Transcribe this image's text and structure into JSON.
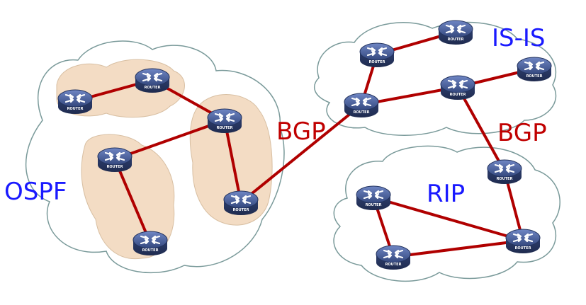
{
  "labels": {
    "ospf": "OSPF",
    "isis": "IS-IS",
    "rip": "RIP",
    "bgp_left": "BGP",
    "bgp_right": "BGP"
  },
  "router_label": "ROUTER",
  "colors": {
    "protocol_label": "#1a1aff",
    "bgp_label": "#c00000",
    "link": "#b00000",
    "cloud_stroke": "#7a9a9a",
    "ospf_area_fill": "#f3dcc4",
    "router_body": "#3a4f8a"
  },
  "routers": [
    {
      "id": "r1",
      "domain": "OSPF"
    },
    {
      "id": "r2",
      "domain": "OSPF"
    },
    {
      "id": "r3",
      "domain": "OSPF"
    },
    {
      "id": "r4",
      "domain": "OSPF"
    },
    {
      "id": "r5",
      "domain": "OSPF"
    },
    {
      "id": "r6",
      "domain": "OSPF"
    },
    {
      "id": "r7",
      "domain": "IS-IS"
    },
    {
      "id": "r8",
      "domain": "IS-IS"
    },
    {
      "id": "r9",
      "domain": "IS-IS"
    },
    {
      "id": "r10",
      "domain": "IS-IS"
    },
    {
      "id": "r11",
      "domain": "IS-IS"
    },
    {
      "id": "r12",
      "domain": "RIP"
    },
    {
      "id": "r13",
      "domain": "RIP"
    },
    {
      "id": "r14",
      "domain": "RIP"
    },
    {
      "id": "r15",
      "domain": "RIP"
    }
  ],
  "links": [
    [
      "r1",
      "r2"
    ],
    [
      "r2",
      "r3"
    ],
    [
      "r3",
      "r4"
    ],
    [
      "r4",
      "r5"
    ],
    [
      "r3",
      "r6"
    ],
    [
      "r6",
      "r9"
    ],
    [
      "r9",
      "r7"
    ],
    [
      "r7",
      "r8"
    ],
    [
      "r9",
      "r10"
    ],
    [
      "r10",
      "r11"
    ],
    [
      "r10",
      "r12"
    ],
    [
      "r12",
      "r15"
    ],
    [
      "r13",
      "r15"
    ],
    [
      "r13",
      "r14"
    ],
    [
      "r14",
      "r15"
    ]
  ]
}
